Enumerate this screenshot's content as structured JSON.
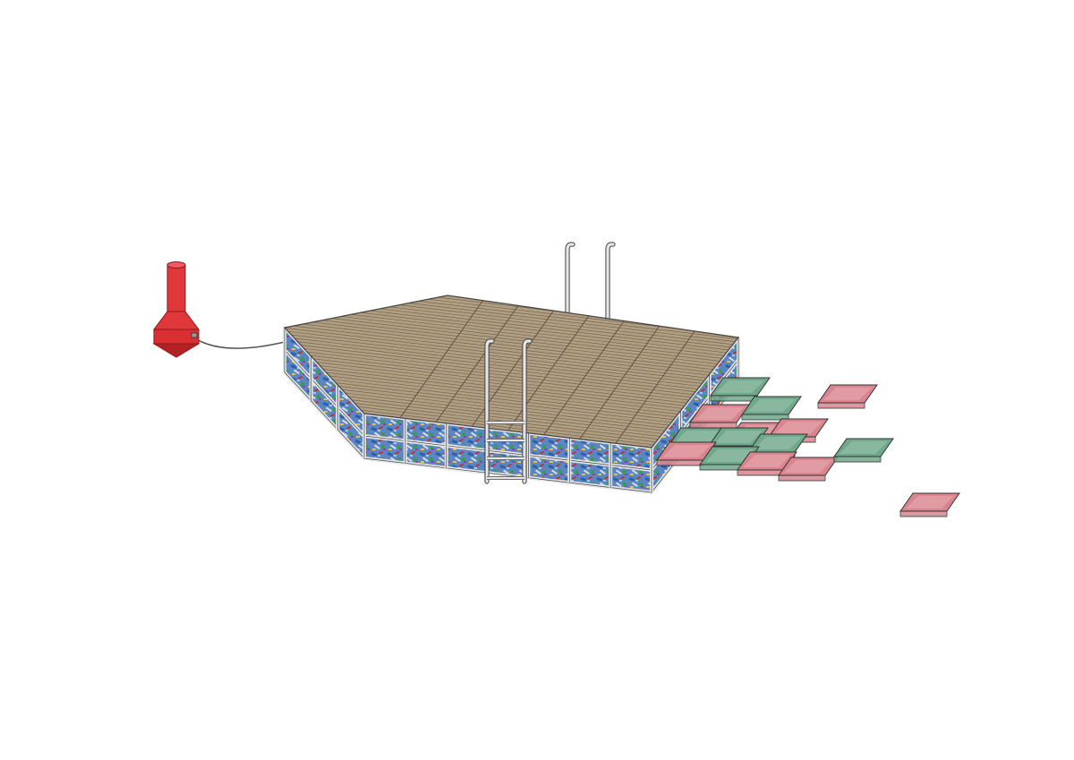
{
  "colors": {
    "background": "#ffffff",
    "deck": "#b19f83",
    "deck_plank_line": "#5a4c3a",
    "frame_steel": "#e6e6e6",
    "frame_outline": "#444444",
    "plastic_mix": [
      "#2f5fa8",
      "#6fa7d8",
      "#c9302c",
      "#3b9a57",
      "#e3c33a",
      "#dddddd",
      "#7d4aa0",
      "#f07a3a"
    ],
    "buoy": "#e0373a",
    "buoy_dark": "#b52226",
    "pillow_pink": "#d9858f",
    "pillow_green": "#6fa88a"
  },
  "components": [
    {
      "name": "mooring-buoy",
      "icon": "buoy-icon"
    },
    {
      "name": "mooring-line"
    },
    {
      "name": "timber-deck"
    },
    {
      "name": "plastic-filled-cage-floats"
    },
    {
      "name": "back-ladder"
    },
    {
      "name": "front-ladder"
    },
    {
      "name": "floating-pillows",
      "count": 14,
      "colors": [
        "pink",
        "green"
      ]
    }
  ]
}
